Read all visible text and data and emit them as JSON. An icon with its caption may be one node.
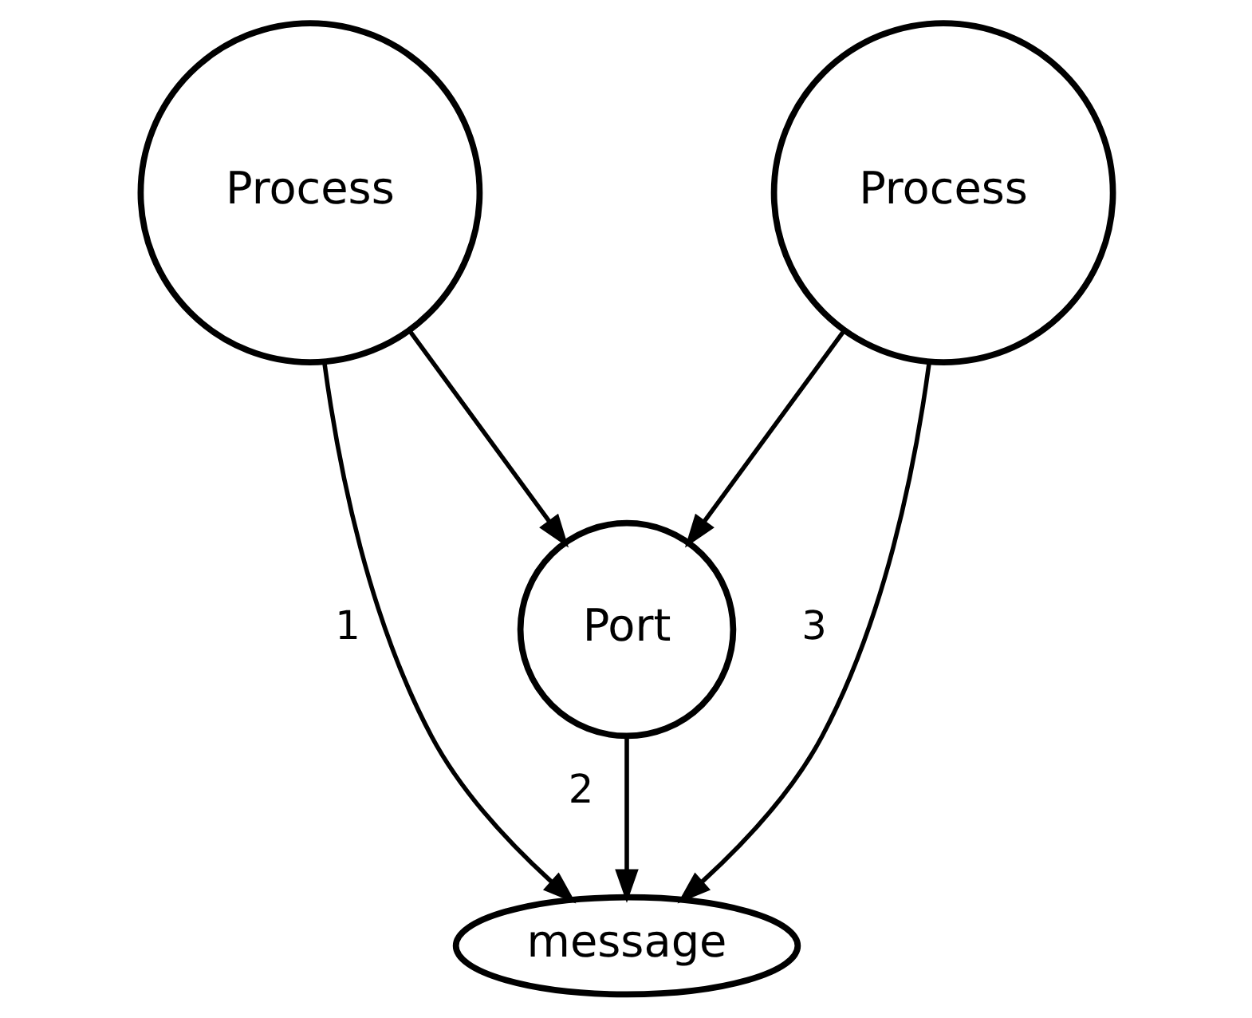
{
  "diagram": {
    "nodes": [
      {
        "text": [
          "Process"
        ]
      },
      {
        "text": [
          "Process"
        ]
      },
      {
        "text": [
          "Port"
        ]
      },
      {
        "text": [
          "message"
        ]
      }
    ],
    "edges": [
      {
        "from": 0,
        "to": 3,
        "arrow": "to",
        "label": "1"
      },
      {
        "from": 0,
        "to": 2,
        "arrow": "to"
      },
      {
        "from": 1,
        "to": 2,
        "arrow": "to"
      },
      {
        "from": 2,
        "to": 3,
        "arrow": "to",
        "label": "2"
      },
      {
        "from": 1,
        "to": 3,
        "arrow": "to",
        "label": "3"
      }
    ]
  }
}
